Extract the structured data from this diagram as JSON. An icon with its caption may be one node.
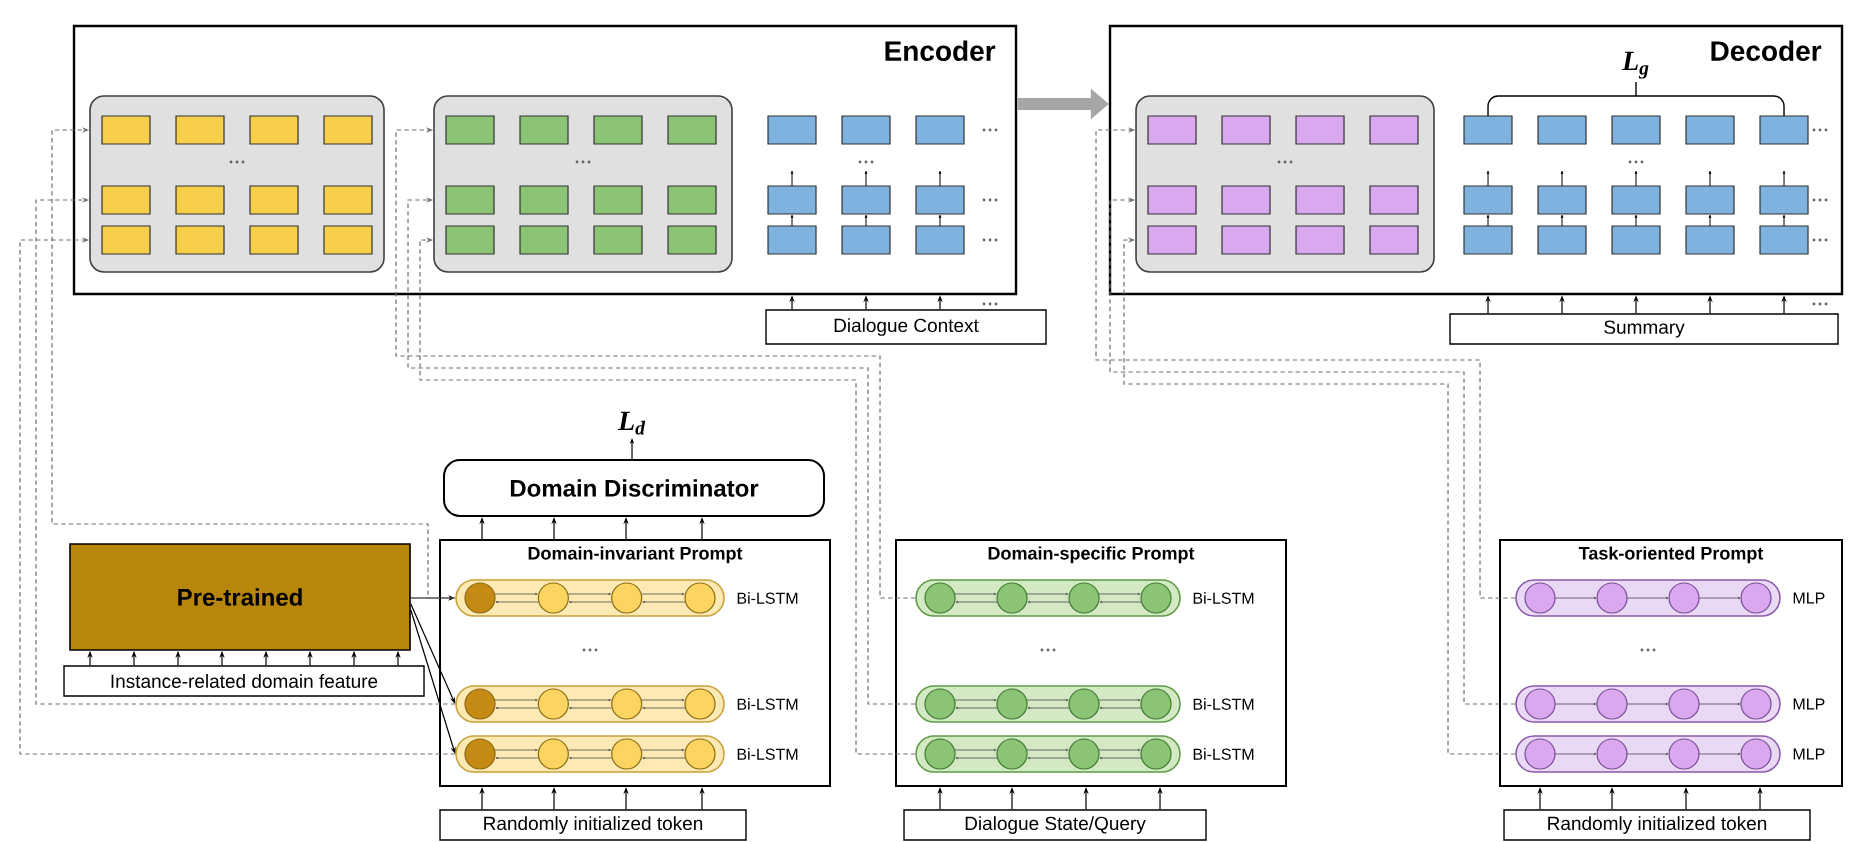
{
  "diagram": {
    "nodes": [
      {
        "text": [
          "Encoder"
        ]
      },
      {
        "text": [],
        "shape": "box",
        "in": 0
      },
      {
        "text": [],
        "shape": "box",
        "in": 0
      },
      {
        "text": [
          "Decoder"
        ]
      },
      {
        "text": [],
        "shape": "box",
        "in": 3
      },
      {
        "text": [
          "Dialogue Context"
        ]
      },
      {
        "text": [
          "Summary"
        ]
      },
      {
        "text": [
          "Domain Discriminator"
        ],
        "beside": [
          "L$_{d}$"
        ]
      },
      {
        "text": [
          "Pre-trained"
        ]
      },
      {
        "text": [
          "Instance-related domain feature"
        ]
      },
      {
        "text": [
          "Domain-invariant Prompt"
        ]
      },
      {
        "text": [],
        "shape": "pill",
        "in": 10,
        "beside": [
          "Bi-LSTM"
        ]
      },
      {
        "text": [],
        "shape": "pill",
        "in": 10,
        "beside": [
          "Bi-LSTM"
        ]
      },
      {
        "text": [],
        "shape": "pill",
        "in": 10,
        "beside": [
          "Bi-LSTM"
        ]
      },
      {
        "text": [
          "Domain-specific Prompt"
        ]
      },
      {
        "text": [],
        "shape": "pill",
        "in": 14,
        "beside": [
          "Bi-LSTM"
        ]
      },
      {
        "text": [],
        "shape": "pill",
        "in": 14,
        "beside": [
          "Bi-LSTM"
        ]
      },
      {
        "text": [],
        "shape": "pill",
        "in": 14,
        "beside": [
          "Bi-LSTM"
        ]
      },
      {
        "text": [
          "Task-oriented Prompt"
        ]
      },
      {
        "text": [],
        "shape": "pill",
        "in": 18,
        "beside": [
          "MLP"
        ]
      },
      {
        "text": [],
        "shape": "pill",
        "in": 18,
        "beside": [
          "MLP"
        ]
      },
      {
        "text": [],
        "shape": "pill",
        "in": 18,
        "beside": [
          "MLP"
        ]
      },
      {
        "text": [
          "Randomly initialized token"
        ]
      },
      {
        "text": [
          "Dialogue State/Query"
        ]
      },
      {
        "text": [
          "Randomly initialized token"
        ]
      }
    ],
    "edges": [
      {
        "from": 0,
        "to": 3,
        "arrow": "to",
        "style": "thick",
        "color": "#a6a6a6"
      },
      {
        "from": 5,
        "to": 0,
        "arrow": "to"
      },
      {
        "from": 5,
        "to": 0,
        "arrow": "to"
      },
      {
        "from": 5,
        "to": 0,
        "arrow": "to"
      },
      {
        "from": 6,
        "to": 3,
        "arrow": "to"
      },
      {
        "from": 6,
        "to": 3,
        "arrow": "to"
      },
      {
        "from": 6,
        "to": 3,
        "arrow": "to"
      },
      {
        "from": 6,
        "to": 3,
        "arrow": "to"
      },
      {
        "from": 6,
        "to": 3,
        "arrow": "to"
      },
      {
        "from": 9,
        "to": 8,
        "arrow": "to"
      },
      {
        "from": 9,
        "to": 8,
        "arrow": "to"
      },
      {
        "from": 9,
        "to": 8,
        "arrow": "to"
      },
      {
        "from": 9,
        "to": 8,
        "arrow": "to"
      },
      {
        "from": 9,
        "to": 8,
        "arrow": "to"
      },
      {
        "from": 9,
        "to": 8,
        "arrow": "to"
      },
      {
        "from": 9,
        "to": 8,
        "arrow": "to"
      },
      {
        "from": 9,
        "to": 8,
        "arrow": "to"
      },
      {
        "from": 8,
        "to": 11,
        "arrow": "to"
      },
      {
        "from": 8,
        "to": 12,
        "arrow": "to"
      },
      {
        "from": 8,
        "to": 13,
        "arrow": "to"
      },
      {
        "from": 10,
        "to": 7,
        "arrow": "to"
      },
      {
        "from": 10,
        "to": 7,
        "arrow": "to"
      },
      {
        "from": 10,
        "to": 7,
        "arrow": "to"
      },
      {
        "from": 10,
        "to": 7,
        "arrow": "to"
      },
      {
        "from": 11,
        "to": 1,
        "arrow": "to",
        "style": "dashed",
        "color": "#707070"
      },
      {
        "from": 12,
        "to": 1,
        "arrow": "to",
        "style": "dashed",
        "color": "#707070"
      },
      {
        "from": 13,
        "to": 1,
        "arrow": "to",
        "style": "dashed",
        "color": "#707070"
      },
      {
        "from": 15,
        "to": 2,
        "arrow": "to",
        "style": "dashed",
        "color": "#707070"
      },
      {
        "from": 16,
        "to": 2,
        "arrow": "to",
        "style": "dashed",
        "color": "#707070"
      },
      {
        "from": 17,
        "to": 2,
        "arrow": "to",
        "style": "dashed",
        "color": "#707070"
      },
      {
        "from": 19,
        "to": 4,
        "arrow": "to",
        "style": "dashed",
        "color": "#707070"
      },
      {
        "from": 20,
        "to": 4,
        "arrow": "to",
        "style": "dashed",
        "color": "#707070"
      },
      {
        "from": 21,
        "to": 4,
        "arrow": "to",
        "style": "dashed",
        "color": "#707070"
      },
      {
        "from": 22,
        "to": 10,
        "arrow": "to"
      },
      {
        "from": 22,
        "to": 10,
        "arrow": "to"
      },
      {
        "from": 22,
        "to": 10,
        "arrow": "to"
      },
      {
        "from": 22,
        "to": 10,
        "arrow": "to"
      },
      {
        "from": 23,
        "to": 14,
        "arrow": "to"
      },
      {
        "from": 23,
        "to": 14,
        "arrow": "to"
      },
      {
        "from": 23,
        "to": 14,
        "arrow": "to"
      },
      {
        "from": 23,
        "to": 14,
        "arrow": "to"
      },
      {
        "from": 24,
        "to": 18,
        "arrow": "to"
      },
      {
        "from": 24,
        "to": 18,
        "arrow": "to"
      },
      {
        "from": 24,
        "to": 18,
        "arrow": "to"
      },
      {
        "from": 24,
        "to": 18,
        "arrow": "to"
      }
    ],
    "labels": [
      "L$_{g}$"
    ]
  }
}
